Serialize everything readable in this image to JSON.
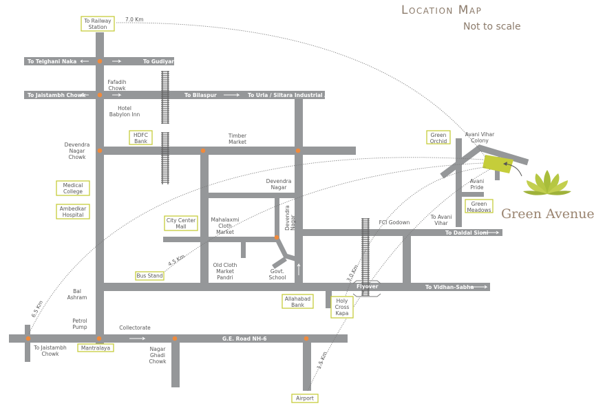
{
  "header": {
    "title": "Location Map",
    "subtitle": "Not to scale"
  },
  "brand": {
    "name": "Green Avenue",
    "plot_color": "#c5cd3a",
    "accent": "#c7cc3b",
    "junction_color": "#f08a3c",
    "road_color": "#959799"
  },
  "roads": {
    "telghani": "To Telghani Naka",
    "gudiyari": "To Gudiyari",
    "jaistambh": "To Jaistambh Chowk",
    "bilaspur": "To Bilaspur",
    "urla": "To Urla / Siltara Industrial Area",
    "daldal": "To Daldal Sioni",
    "vidhan": "To Vidhan-Sabha",
    "flyover": "Flyover",
    "ge_road": "G.E. Road NH-6"
  },
  "boxed_landmarks": {
    "railway": [
      "To Railway",
      "Station"
    ],
    "hdfc": [
      "HDFC",
      "Bank"
    ],
    "medical": [
      "Medical",
      "College"
    ],
    "ambedkar": [
      "Ambedkar",
      "Hospital"
    ],
    "citycenter": [
      "City Center",
      "Mall"
    ],
    "busstand": "Bus Stand",
    "allahabad": [
      "Allahabad",
      "Bank"
    ],
    "holycross": [
      "Holy",
      "Cross",
      "Kapa"
    ],
    "mantralaya": "Mantralaya",
    "airport": "Airport",
    "greenorchid": [
      "Green",
      "Orchid"
    ],
    "greenmeadows": [
      "Green",
      "Meadows"
    ]
  },
  "landmarks": {
    "fafadih": [
      "Fafadih",
      "Chowk"
    ],
    "babylon": [
      "Hotel",
      "Babylon Inn"
    ],
    "timber": [
      "Timber",
      "Market"
    ],
    "devchowk": [
      "Devendra",
      "Nagar",
      "Chowk"
    ],
    "devnagar": [
      "Devendra",
      "Nagar"
    ],
    "devnagar_v": [
      "Devendra",
      "Nagar"
    ],
    "mahalaxmi": [
      "Mahalaxmi",
      "Cloth",
      "Market"
    ],
    "oldcloth": [
      "Old Cloth",
      "Market",
      "Pandri"
    ],
    "govt": [
      "Govt.",
      "School"
    ],
    "balashram": [
      "Bal",
      "Ashram"
    ],
    "petrol": [
      "Petrol",
      "Pump"
    ],
    "collectorate": "Collectorate",
    "jaistambh2": [
      "To Jaistambh",
      "Chowk"
    ],
    "nagarghadi": [
      "Nagar",
      "Ghadi",
      "Chowk"
    ],
    "fci": "FCI Godown",
    "avanivihar": [
      "To Avani",
      "Vihar"
    ],
    "avanipride": [
      "Avani",
      "Pride"
    ],
    "avanicolony": [
      "Avani Vihar",
      "Colony"
    ]
  },
  "distances": {
    "railway": "7.0 Km",
    "jaistambh": "6.5 Km",
    "busstand": "4.5 Km",
    "holycross": "3.0 Km",
    "airport": "1.5 Km"
  }
}
